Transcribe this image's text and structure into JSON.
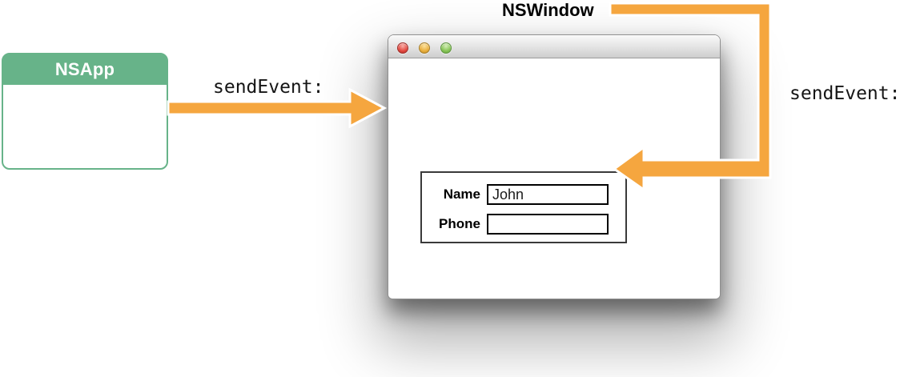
{
  "diagram": {
    "nsapp_label": "NSApp",
    "nswindow_label": "NSWindow",
    "send_event_left": "sendEvent:",
    "send_event_right": "sendEvent:",
    "colors": {
      "arrow_orange": "#F5A63F",
      "class_green": "#67B389"
    }
  },
  "window": {
    "traffic_lights": [
      "close",
      "minimize",
      "zoom"
    ],
    "form": {
      "fields": [
        {
          "label": "Name",
          "value": "John"
        },
        {
          "label": "Phone",
          "value": ""
        }
      ]
    }
  }
}
